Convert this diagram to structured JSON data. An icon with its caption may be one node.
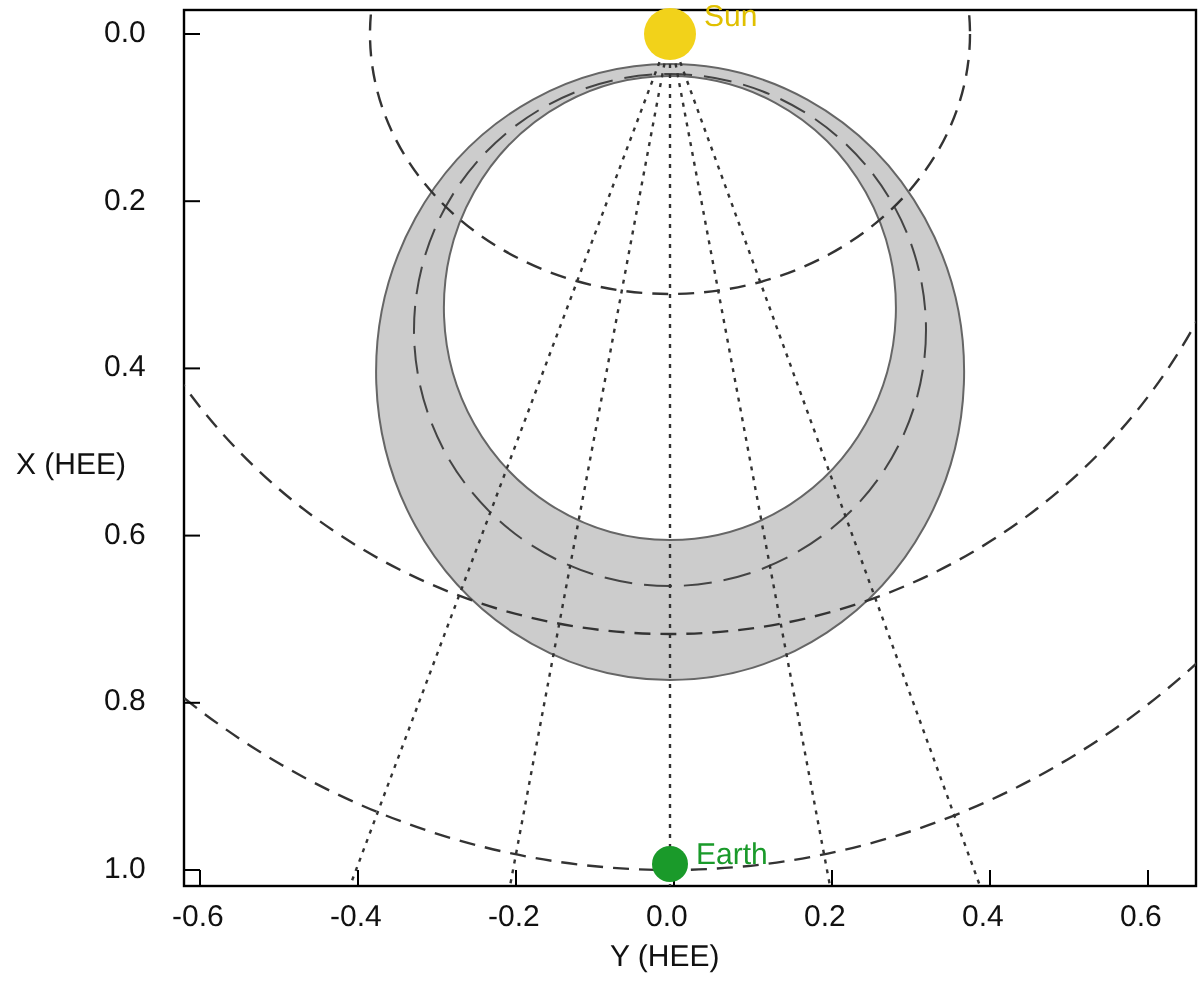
{
  "diagram": {
    "nodes": [
      {
        "text": [],
        "shape": "circle",
        "beside": [
          "Sun"
        ]
      },
      {
        "text": [],
        "shape": "circle",
        "beside": [
          "Earth"
        ]
      }
    ],
    "labels": [
      "0.0",
      "0.2",
      "0.4",
      "0.6",
      "0.8",
      "1.0",
      "X (HEE)",
      "-0.6",
      "-0.4",
      "-0.2",
      "0.0",
      "0.2",
      "0.4",
      "0.6",
      "Y (HEE)"
    ]
  }
}
